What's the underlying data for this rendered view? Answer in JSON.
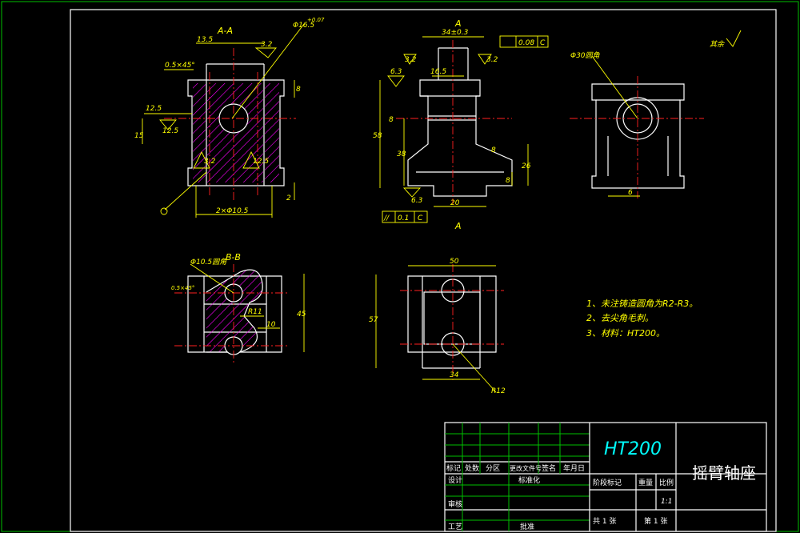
{
  "views": {
    "section_aa": {
      "label": "A-A",
      "dims": [
        "13.5",
        "0.5×45°",
        "Φ16.5",
        "3.2",
        "12.5",
        "12.5",
        "15",
        "3.2",
        "12.5",
        "8",
        "2",
        "2×Φ10.5"
      ],
      "tolerance": "+0.07"
    },
    "front": {
      "dims": [
        "34±0.3",
        "16.5",
        "6.3",
        "3.2",
        "3.2",
        "58",
        "8",
        "38",
        "8",
        "26",
        "8",
        "6.3",
        "20"
      ],
      "tolerance_frame_top": [
        "0.08",
        "C"
      ],
      "tolerance_frame_bottom": [
        "//",
        "0.1",
        "C"
      ],
      "section_marks": [
        "A",
        "A"
      ]
    },
    "side": {
      "dims": [
        "Φ30圆角",
        "6"
      ],
      "roughness_label": "其余"
    },
    "section_bb": {
      "label": "B-B",
      "dims": [
        "Φ10.5圆角",
        "0.5×45°",
        "R11",
        "10",
        "45"
      ]
    },
    "bottom": {
      "dims": [
        "50",
        "57",
        "34",
        "R12"
      ]
    }
  },
  "notes": [
    "1、未注铸造圆角为R2-R3。",
    "2、去尖角毛刺。",
    "3、材料：HT200。"
  ],
  "title_block": {
    "material": "HT200",
    "part_name": "摇臂轴座",
    "headers": [
      "标记",
      "处数",
      "分区",
      "更改文件号",
      "签名",
      "年月日"
    ],
    "design": "设计",
    "standardize": "标准化",
    "stage_mark": "阶段标记",
    "weight": "重量",
    "scale": "比例",
    "scale_value": "1:1",
    "review": "审核",
    "process": "工艺",
    "approve": "批准",
    "total_sheets": "共 1 张",
    "sheet_no": "第 1 张"
  }
}
